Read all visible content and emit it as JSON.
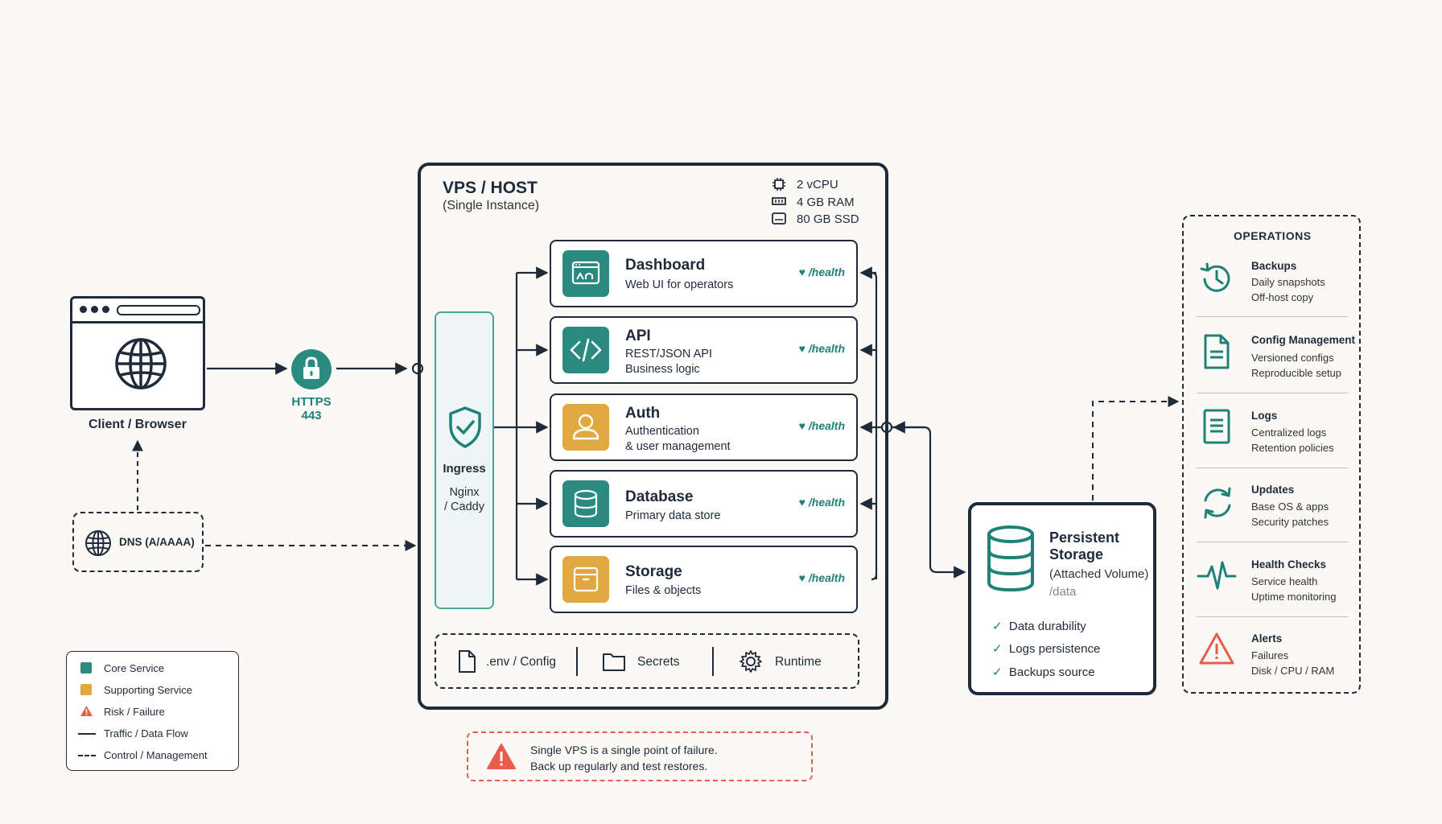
{
  "client": {
    "label": "Client / Browser"
  },
  "https": {
    "line1": "HTTPS",
    "line2": "443"
  },
  "dns": {
    "label": "DNS (A/AAAA)"
  },
  "vps": {
    "title": "VPS / HOST",
    "subtitle": "(Single Instance)",
    "specs": {
      "cpu": "2 vCPU",
      "ram": "4 GB RAM",
      "ssd": "80 GB SSD"
    }
  },
  "ingress": {
    "title": "Ingress",
    "sub1": "Nginx",
    "sub2": "/ Caddy"
  },
  "services": [
    {
      "title": "Dashboard",
      "sub1": "Web UI for operators",
      "sub2": "",
      "health": "/health",
      "kind": "core"
    },
    {
      "title": "API",
      "sub1": "REST/JSON API",
      "sub2": "Business logic",
      "health": "/health",
      "kind": "core"
    },
    {
      "title": "Auth",
      "sub1": "Authentication",
      "sub2": "& user management",
      "health": "/health",
      "kind": "supporting"
    },
    {
      "title": "Database",
      "sub1": "Primary data store",
      "sub2": "",
      "health": "/health",
      "kind": "core"
    },
    {
      "title": "Storage",
      "sub1": "Files & objects",
      "sub2": "",
      "health": "/health",
      "kind": "supporting"
    }
  ],
  "config": {
    "env": ".env / Config",
    "secrets": "Secrets",
    "runtime": "Runtime"
  },
  "warning": {
    "line1": "Single VPS is a single point of failure.",
    "line2": "Back up regularly and test restores."
  },
  "persistent": {
    "title1": "Persistent",
    "title2": "Storage",
    "subtitle": "(Attached Volume)",
    "path": "/data",
    "checks": [
      "Data durability",
      "Logs persistence",
      "Backups source"
    ]
  },
  "operations": {
    "heading": "OPERATIONS",
    "items": [
      {
        "title": "Backups",
        "line1": "Daily snapshots",
        "line2": "Off-host copy",
        "icon": "history-icon"
      },
      {
        "title": "Config Management",
        "line1": "Versioned configs",
        "line2": "Reproducible setup",
        "icon": "document-icon"
      },
      {
        "title": "Logs",
        "line1": "Centralized logs",
        "line2": "Retention policies",
        "icon": "log-icon"
      },
      {
        "title": "Updates",
        "line1": "Base OS & apps",
        "line2": "Security patches",
        "icon": "refresh-icon"
      },
      {
        "title": "Health Checks",
        "line1": "Service health",
        "line2": "Uptime monitoring",
        "icon": "pulse-icon"
      },
      {
        "title": "Alerts",
        "line1": "Failures",
        "line2": "Disk / CPU / RAM",
        "icon": "alert-icon"
      }
    ]
  },
  "legend": {
    "core": "Core Service",
    "supporting": "Supporting Service",
    "risk": "Risk / Failure",
    "traffic": "Traffic / Data Flow",
    "control": "Control / Management"
  },
  "colors": {
    "teal": "#2a8a80",
    "amber": "#e0a83f",
    "risk": "#e85c4a",
    "ink": "#1f2a3a"
  }
}
